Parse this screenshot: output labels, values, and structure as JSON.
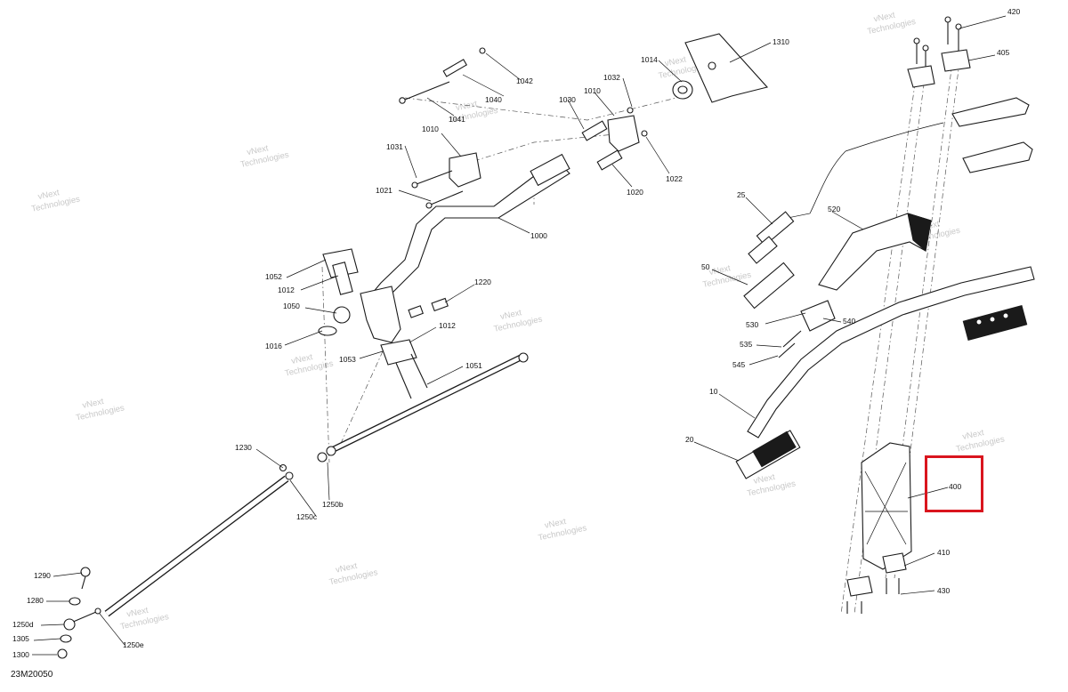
{
  "watermark": {
    "line1": "vNext",
    "line2": "Technologies"
  },
  "document_code": "23M20050",
  "highlight_color": "#d9151e",
  "highlighted_part": "400",
  "callouts": {
    "c420": "420",
    "c405": "405",
    "c1310": "1310",
    "c1014": "1014",
    "c1042": "1042",
    "c1040": "1040",
    "c1041": "1041",
    "c1032": "1032",
    "c1010a": "1010",
    "c1030": "1030",
    "c1010b": "1010",
    "c1031": "1031",
    "c1021": "1021",
    "c1020": "1020",
    "c1022": "1022",
    "c1000": "1000",
    "c25": "25",
    "c520": "520",
    "c1052": "1052",
    "c1012a": "1012",
    "c1050": "1050",
    "c1016": "1016",
    "c1220": "1220",
    "c1012b": "1012",
    "c1053": "1053",
    "c1051": "1051",
    "c50": "50",
    "c530": "530",
    "c540": "540",
    "c535": "535",
    "c545": "545",
    "c10": "10",
    "c20": "20",
    "c400": "400",
    "c410": "410",
    "c430": "430",
    "c1230": "1230",
    "c1250b": "1250b",
    "c1250c": "1250c",
    "c1290": "1290",
    "c1280": "1280",
    "c1250d": "1250d",
    "c1305": "1305",
    "c1300": "1300",
    "c1250e": "1250e"
  }
}
